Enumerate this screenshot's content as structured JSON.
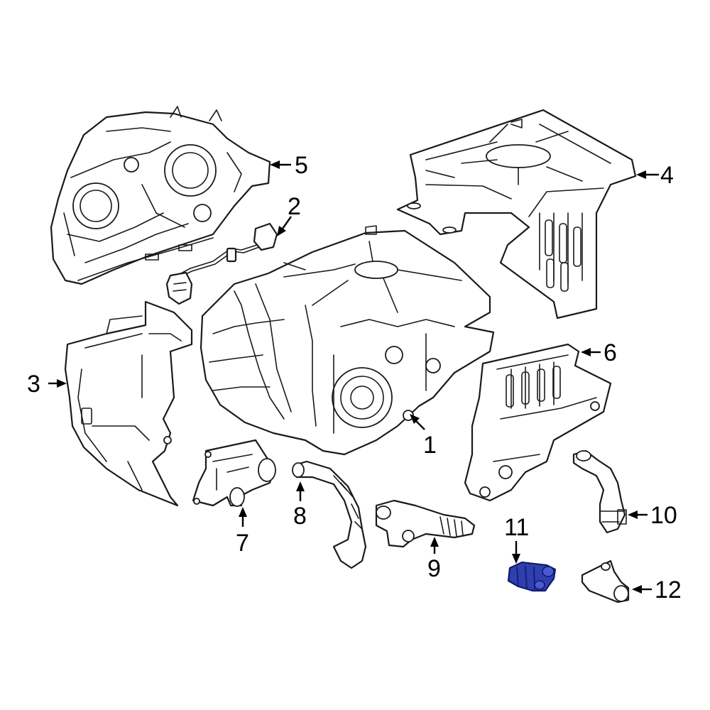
{
  "diagram": {
    "callouts": [
      {
        "id": "1",
        "label": "1"
      },
      {
        "id": "2",
        "label": "2"
      },
      {
        "id": "3",
        "label": "3"
      },
      {
        "id": "4",
        "label": "4"
      },
      {
        "id": "5",
        "label": "5"
      },
      {
        "id": "6",
        "label": "6"
      },
      {
        "id": "7",
        "label": "7"
      },
      {
        "id": "8",
        "label": "8"
      },
      {
        "id": "9",
        "label": "9"
      },
      {
        "id": "10",
        "label": "10"
      },
      {
        "id": "11",
        "label": "11"
      },
      {
        "id": "12",
        "label": "12"
      }
    ],
    "highlighted_part": "11",
    "colors": {
      "line": "#1a1a1a",
      "highlight_fill": "#2f3fb0",
      "highlight_stroke": "#101a6a",
      "background": "#ffffff"
    }
  }
}
